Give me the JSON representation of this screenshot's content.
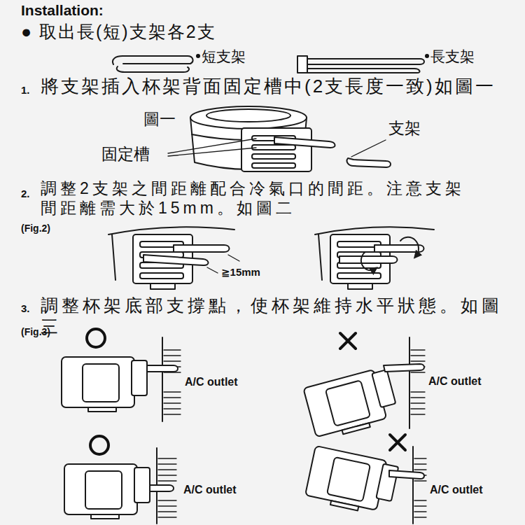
{
  "diagram": {
    "title": "Installation:",
    "labels": [
      "● 取出長(短)支架各2支",
      "短支架",
      "長支架",
      "1.",
      "將支架插入杯架背面固定槽中(2支長度一致)如圖一",
      "圖一",
      "支架",
      "固定槽",
      "2.",
      "調整2支架之間距離配合冷氣口的間距。注意支架間距離需大於15mm。如圖二",
      "(Fig.2)",
      "≧15mm",
      "3.",
      "調整杯架底部支撐點，使杯架維持水平狀態。如圖三",
      "(Fig.3)",
      "A/C outlet",
      "A/C outlet",
      "A/C outlet",
      "A/C outlet"
    ]
  }
}
